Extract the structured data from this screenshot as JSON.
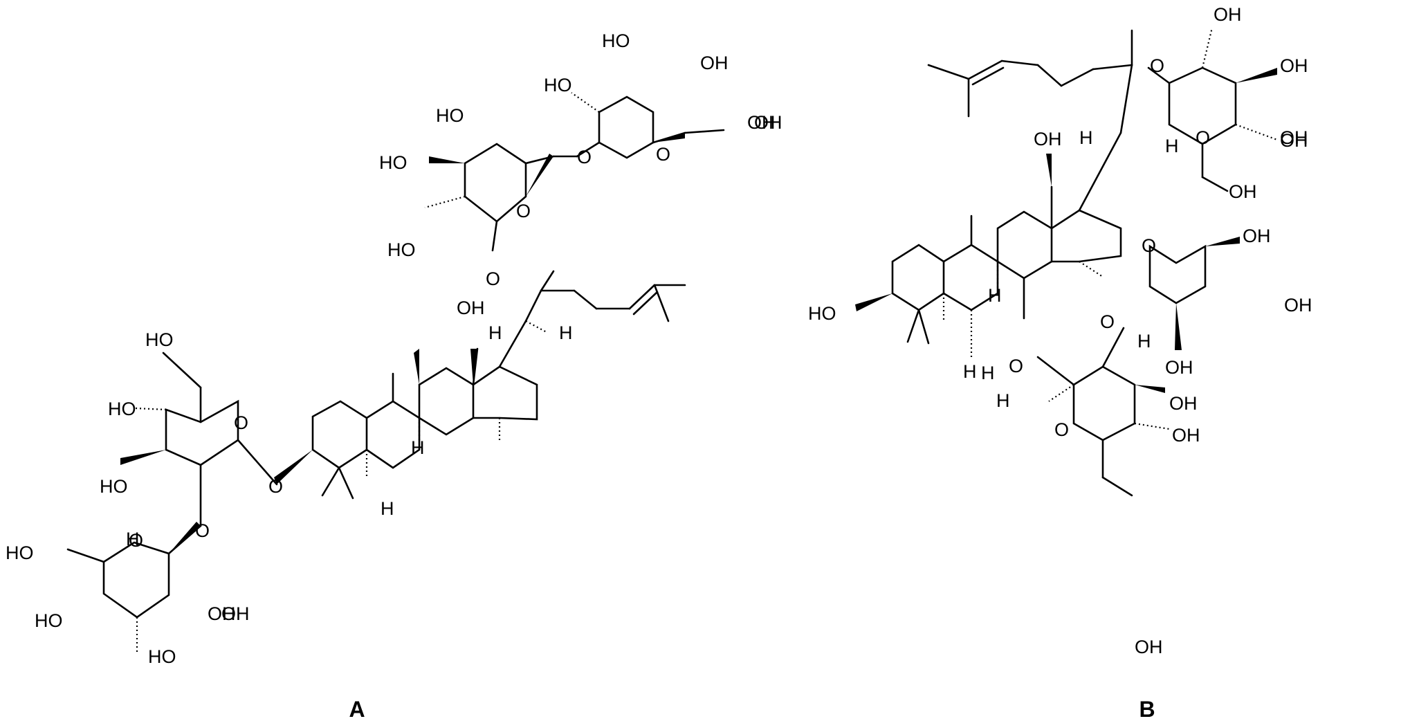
{
  "panels": [
    {
      "id": "A",
      "label": "A",
      "atom_labels": [
        "HO",
        "OH",
        "HO",
        "OH",
        "HO",
        "O",
        "OH",
        "HO",
        "HO",
        "O",
        "O",
        "HO",
        "O",
        "OH",
        "H",
        "H",
        "H",
        "H",
        "HO",
        "HO",
        "O",
        "O",
        "HO",
        "O",
        "H",
        "HO",
        "O",
        "HO",
        "OH",
        "OH"
      ]
    },
    {
      "id": "B",
      "label": "B",
      "atom_labels": [
        "O",
        "OH",
        "OH",
        "OH",
        "O",
        "OH",
        "OH",
        "OH",
        "H",
        "H",
        "H",
        "H",
        "HO",
        "H",
        "O",
        "OH",
        "O",
        "OH",
        "H",
        "OH",
        "O",
        "H",
        "OH",
        "O",
        "OH",
        "OH"
      ]
    }
  ]
}
